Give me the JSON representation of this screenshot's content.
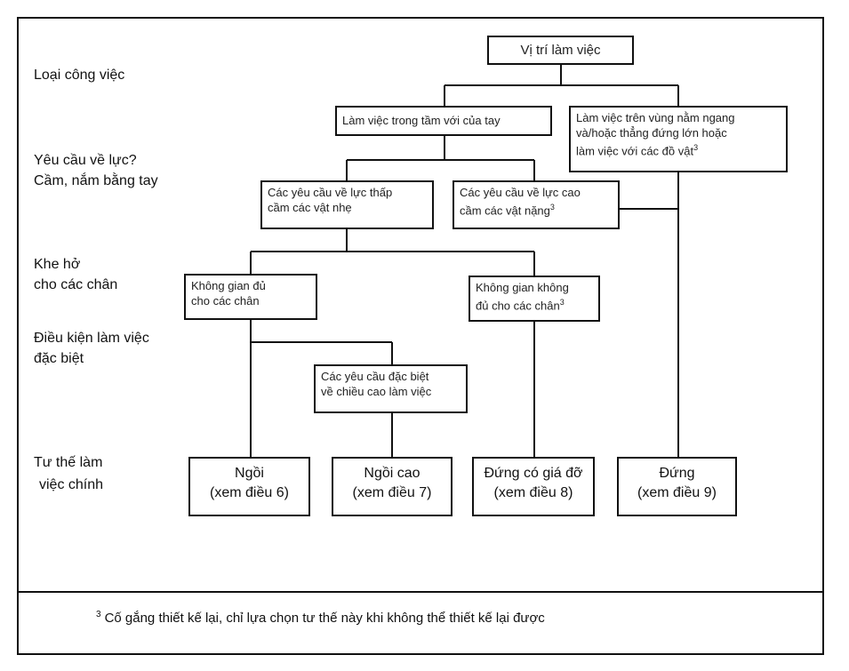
{
  "row_labels": {
    "job_type": "Loại công việc",
    "force_line1": "Yêu cầu về lực?",
    "force_line2": "Cầm, nắm bằng tay",
    "clearance_line1": "Khe hở",
    "clearance_line2": "cho các chân",
    "special_line1": "Điều kiện làm việc",
    "special_line2": "đặc biệt",
    "posture_line1": "Tư thế làm",
    "posture_line2": "việc chính"
  },
  "nodes": {
    "root": "Vị trí làm việc",
    "reach": "Làm việc trong tầm với của tay",
    "wide_line1": "Làm việc trên vùng nằm ngang",
    "wide_line2": "và/hoặc thẳng đứng lớn hoặc",
    "wide_line3": "làm việc với các đồ vật",
    "low_force_line1": "Các yêu cầu về lực thấp",
    "low_force_line2": "cầm các vật nhẹ",
    "high_force_line1": "Các yêu cầu về lực cao",
    "high_force_line2": "cầm các vật nặng",
    "space_ok_line1": "Không gian đủ",
    "space_ok_line2": "cho các chân",
    "space_no_line1": "Không gian không",
    "space_no_line2": "đủ cho các chân",
    "height_line1": "Các yêu cầu đặc biệt",
    "height_line2": "về chiều cao làm việc"
  },
  "outcomes": {
    "sit_line1": "Ngồi",
    "sit_line2": "(xem điều 6)",
    "high_sit_line1": "Ngồi cao",
    "high_sit_line2": "(xem điều 7)",
    "stand_support_line1": "Đứng có giá đỡ",
    "stand_support_line2": "(xem điều 8)",
    "stand_line1": "Đứng",
    "stand_line2": "(xem điều 9)"
  },
  "footnote": {
    "marker": "3",
    "text": "Cố gắng thiết kế lại, chỉ lựa chọn tư thế này khi không thể thiết kế lại được"
  }
}
